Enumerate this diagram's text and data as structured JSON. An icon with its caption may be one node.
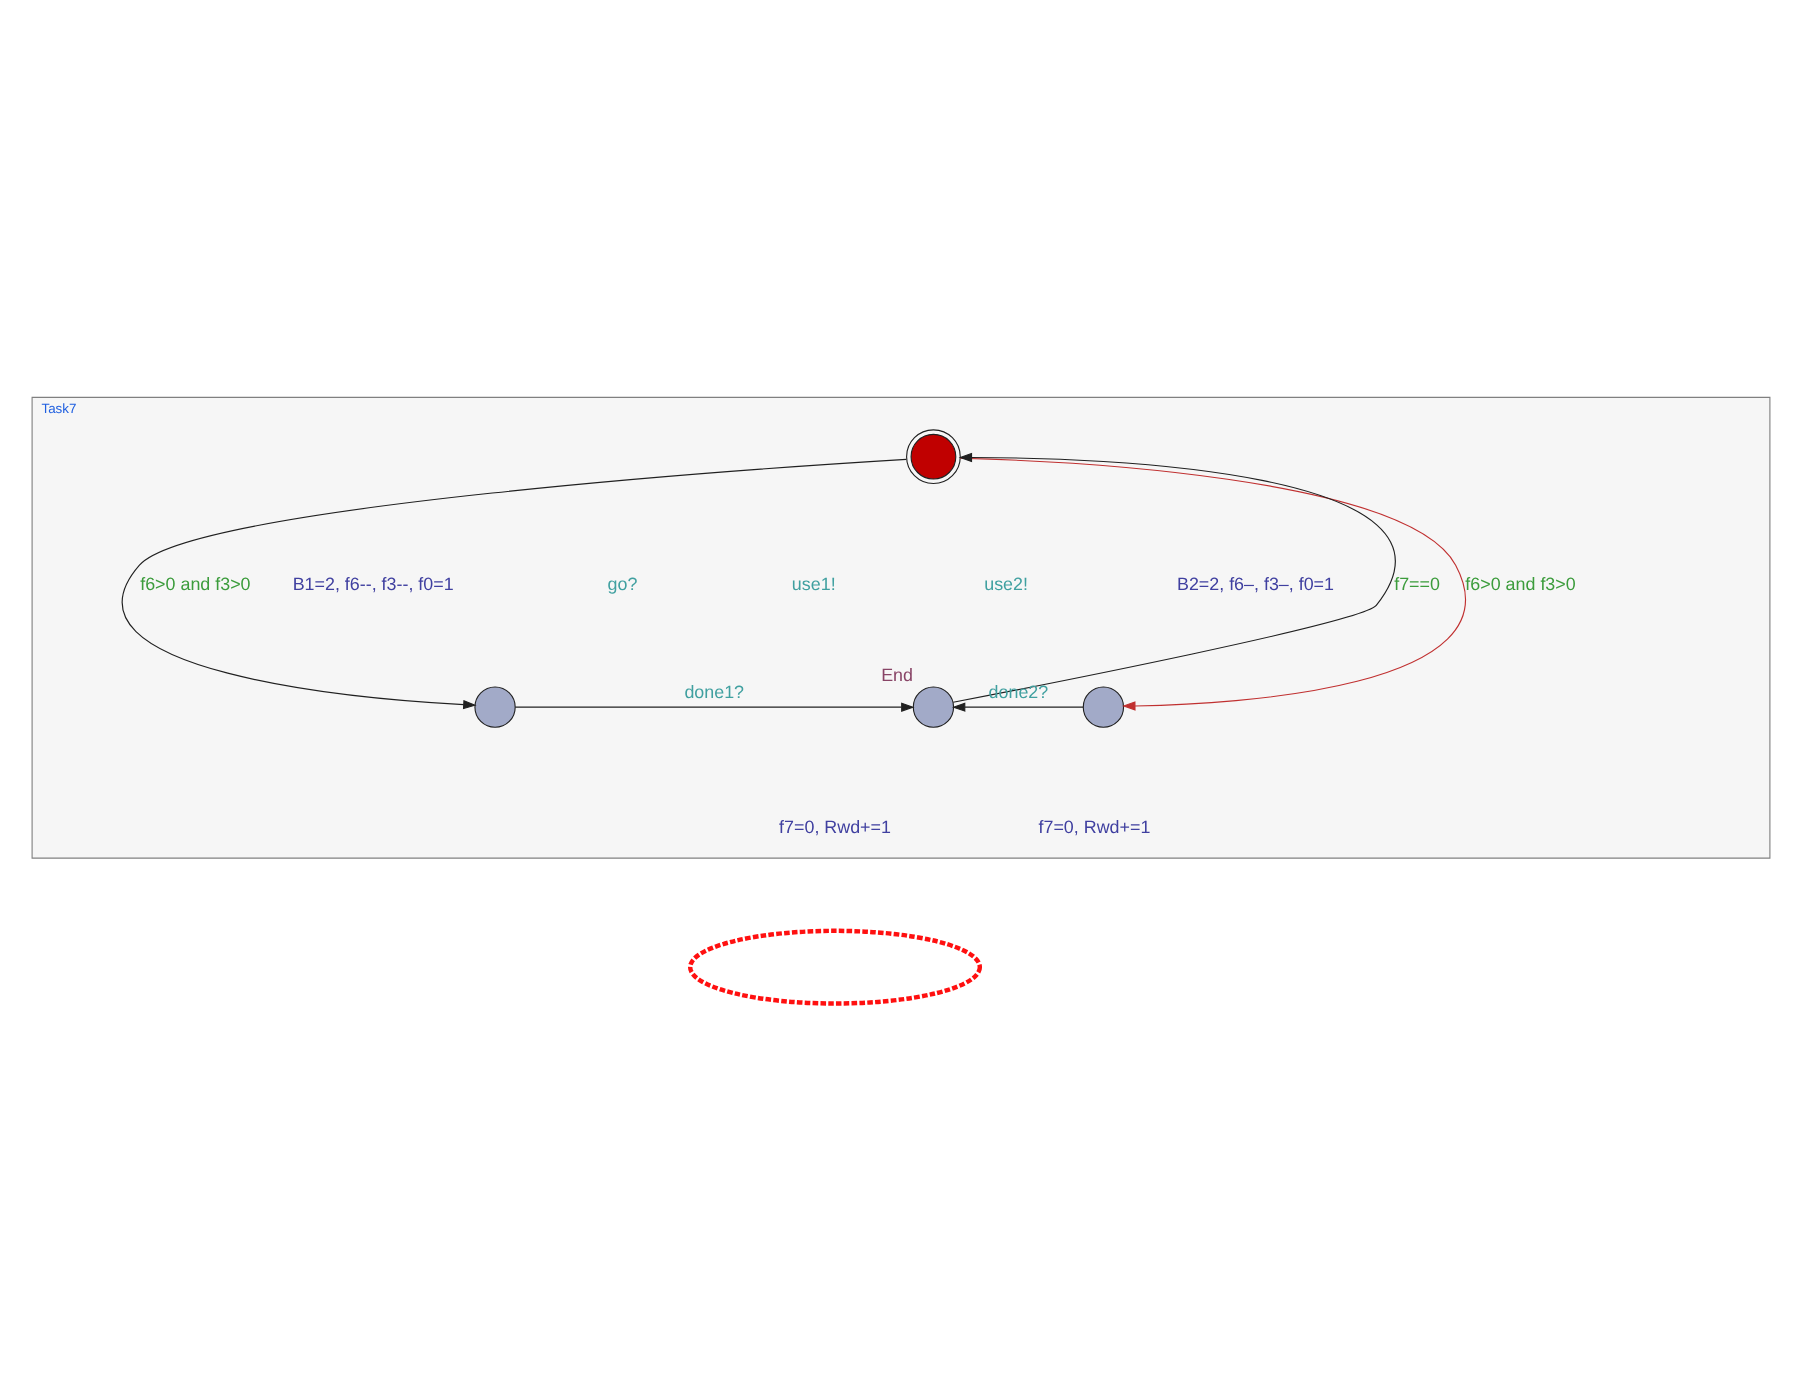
{
  "diagram": {
    "nodes": [
      {
        "text": [
          "Task7"
        ]
      },
      {
        "text": [],
        "shape": "circle",
        "in": 0
      },
      {
        "text": [],
        "shape": "circle",
        "in": 0
      },
      {
        "text": [],
        "shape": "circle",
        "in": 0,
        "beside": [
          "End"
        ]
      },
      {
        "text": [],
        "shape": "circle",
        "in": 0
      },
      {
        "text": [],
        "shape": "ellipse"
      }
    ],
    "edges": [
      {
        "from": 1,
        "to": 2,
        "arrow": "to",
        "label": "f6>0 and f3>0"
      },
      {
        "from": 3,
        "to": 1,
        "arrow": "to",
        "label": "f7==0"
      },
      {
        "from": 1,
        "to": 4,
        "arrow": "to",
        "label": "f6>0 and f3>0",
        "color": "#c03030"
      },
      {
        "from": 2,
        "to": 3,
        "arrow": "to",
        "label": "done1?"
      },
      {
        "from": 4,
        "to": 3,
        "arrow": "to",
        "label": "done2?"
      }
    ],
    "labels": [
      "B1=2, f6--, f3--, f0=1",
      "go?",
      "use1!",
      "use2!",
      "B2=2, f6–, f3–, f0=1",
      "f7=0, Rwd+=1",
      "f7=0, Rwd+=1"
    ]
  }
}
